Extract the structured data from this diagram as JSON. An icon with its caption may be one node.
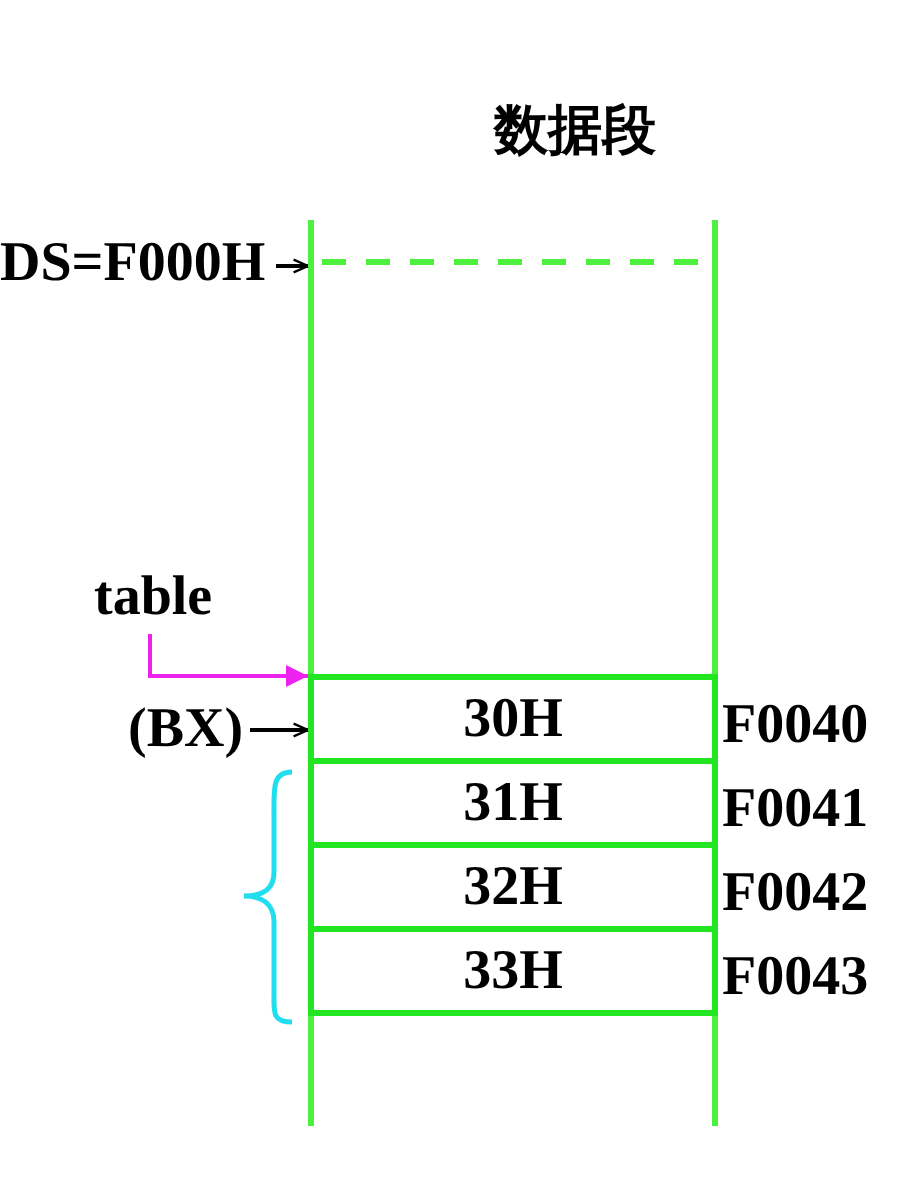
{
  "diagram": {
    "nodes": [
      {
        "text": [
          "数据段"
        ]
      },
      {
        "text": [
          "DS=F000H"
        ]
      },
      {
        "text": [
          "table"
        ]
      },
      {
        "text": [
          "(BX)"
        ]
      },
      {
        "text": [
          "30H"
        ],
        "in": 0,
        "beside": [
          "F0040"
        ]
      },
      {
        "text": [
          "31H"
        ],
        "in": 0,
        "beside": [
          "F0041"
        ]
      },
      {
        "text": [
          "32H"
        ],
        "in": 0,
        "beside": [
          "F0042"
        ]
      },
      {
        "text": [
          "33H"
        ],
        "in": 0,
        "beside": [
          "F0043"
        ]
      }
    ],
    "edges": [
      {
        "from": 1,
        "to": 0,
        "arrow": "to"
      },
      {
        "from": 2,
        "to": 4,
        "arrow": "to",
        "color": "#ee22ee"
      },
      {
        "from": 3,
        "to": 4,
        "arrow": "to"
      }
    ]
  }
}
